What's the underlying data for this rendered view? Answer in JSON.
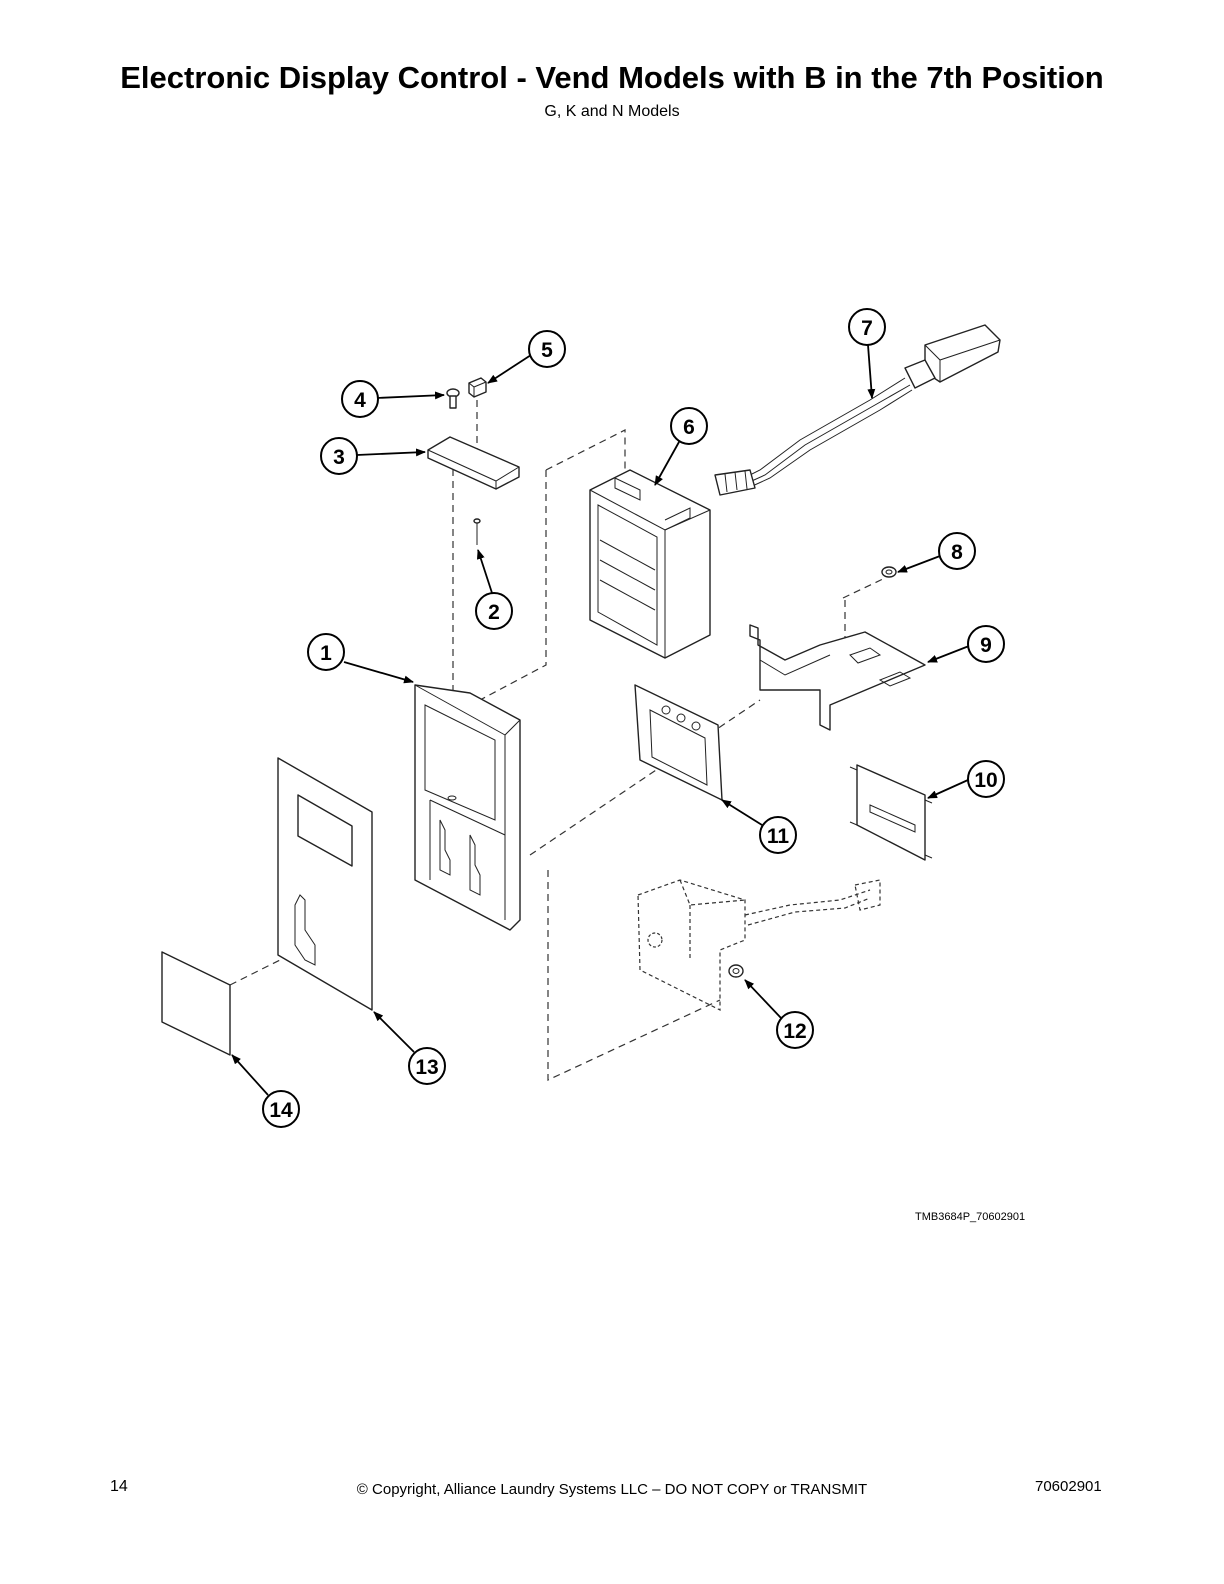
{
  "title": "Electronic Display Control - Vend Models with B in the 7th Position",
  "subtitle": "G, K and N Models",
  "diagram_ref": "TMB3684P_70602901",
  "callouts": [
    "1",
    "2",
    "3",
    "4",
    "5",
    "6",
    "7",
    "8",
    "9",
    "10",
    "11",
    "12",
    "13",
    "14"
  ],
  "footer": {
    "page_number": "14",
    "copyright": "© Copyright, Alliance Laundry Systems LLC – DO NOT COPY or TRANSMIT",
    "doc_number": "70602901"
  }
}
